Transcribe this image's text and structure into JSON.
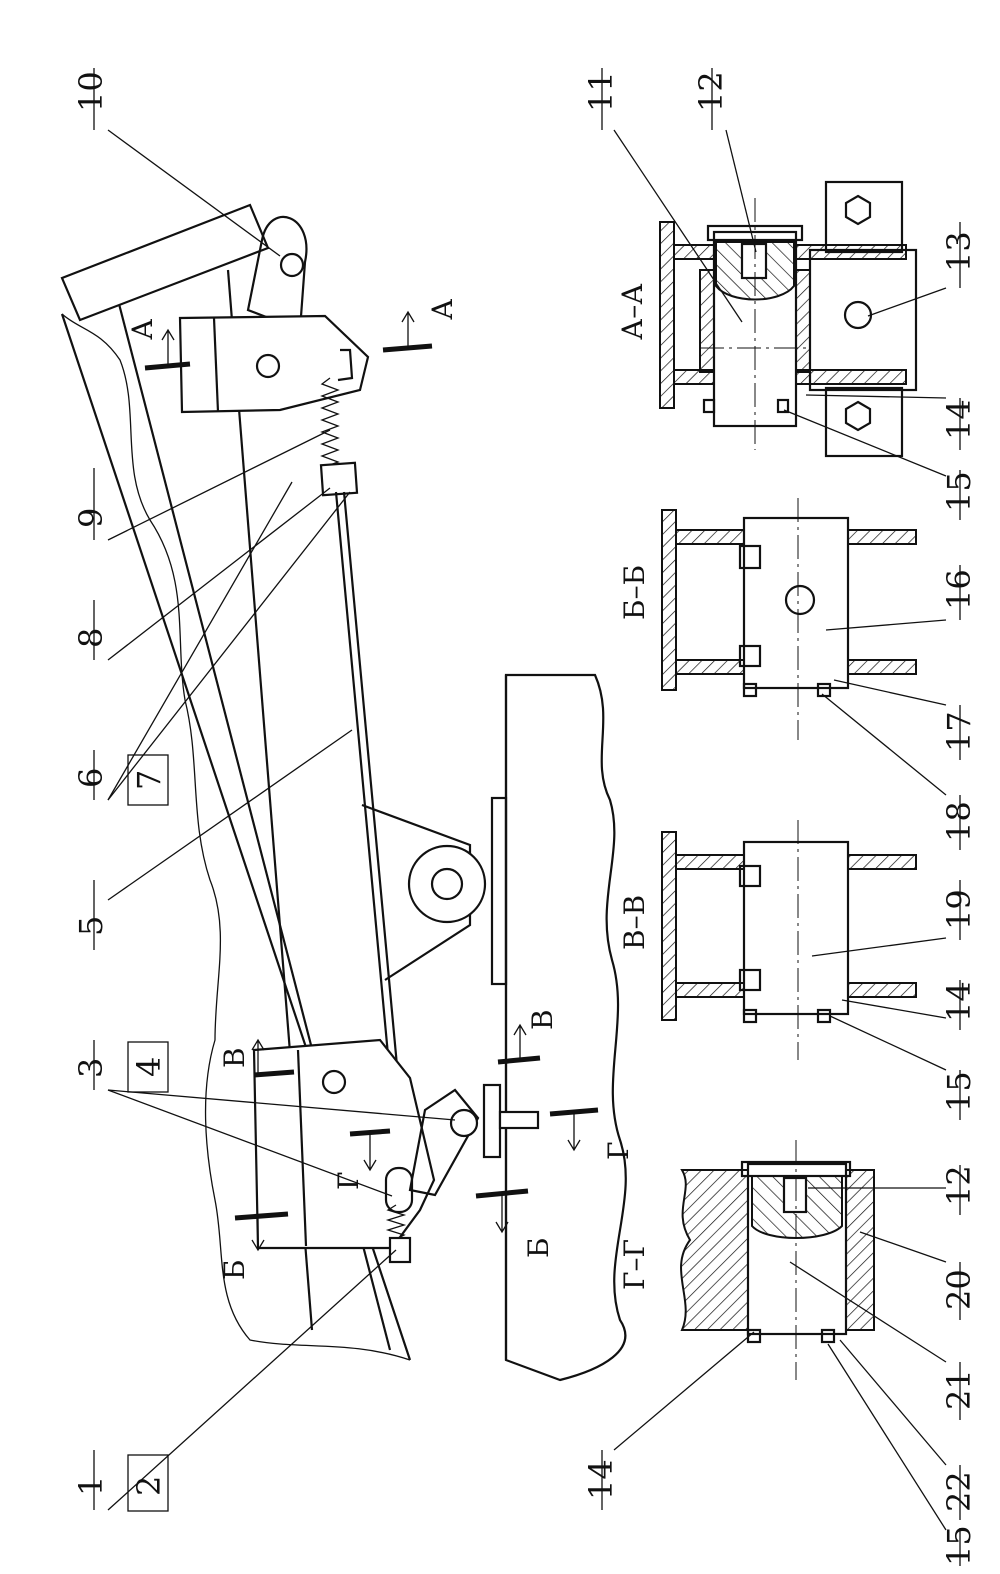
{
  "callouts": {
    "c1": "1",
    "c2": "2",
    "c3": "3",
    "c4": "4",
    "c5": "5",
    "c6": "6",
    "c7": "7",
    "c8": "8",
    "c9": "9",
    "c10": "10",
    "c11": "11",
    "c12a": "12",
    "c13": "13",
    "c14a": "14",
    "c15a": "15",
    "c16": "16",
    "c17": "17",
    "c18": "18",
    "c19": "19",
    "c14b": "14",
    "c15b": "15",
    "c12b": "12",
    "c20": "20",
    "c21": "21",
    "c22": "22",
    "c14c": "14",
    "c15c": "15"
  },
  "sections": {
    "aa": "А–А",
    "bb": "Б–Б",
    "vv": "В–В",
    "gg": "Г–Г"
  },
  "cut_marks": {
    "a": "А",
    "b": "Б",
    "v": "В",
    "g": "Г"
  }
}
